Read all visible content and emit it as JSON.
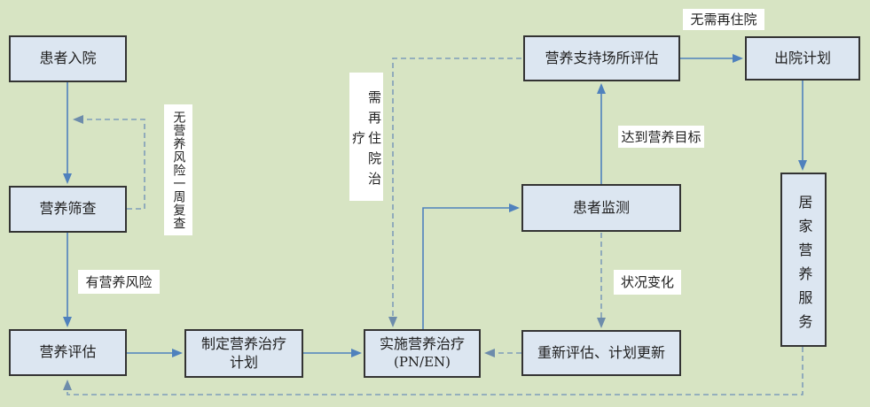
{
  "diagram": {
    "type": "flowchart",
    "language": "zh-CN",
    "topic": "nutrition-support-clinical-pathway",
    "nodes": {
      "admission": {
        "label": "患者入院"
      },
      "screening": {
        "label": "营养筛查"
      },
      "assessment": {
        "label": "营养评估"
      },
      "plan": {
        "label": "制定营养治疗计划"
      },
      "implement": {
        "label": "实施营养治疗",
        "sub": "(PN/EN)"
      },
      "reassess": {
        "label": "重新评估、计划更新"
      },
      "monitor": {
        "label": "患者监测"
      },
      "site_eval": {
        "label": "营养支持场所评估"
      },
      "discharge": {
        "label": "出院计划"
      },
      "home_service": {
        "label": "居家营养服务"
      }
    },
    "edge_labels": {
      "no_risk": "无营养风险一周复查",
      "has_risk": "有营养风险",
      "rehospitalize": "需再住院治疗",
      "goal_reached": "达到营养目标",
      "no_rehospital": "无需再住院",
      "condition_change": "状况变化"
    },
    "colors": {
      "background": "#d7e4c3",
      "node_fill": "#dce6f1",
      "node_border": "#333333",
      "solid_arrow": "#4f81bd",
      "dashed_arrow": "#7f9db9",
      "label_bg": "#ffffff"
    }
  }
}
